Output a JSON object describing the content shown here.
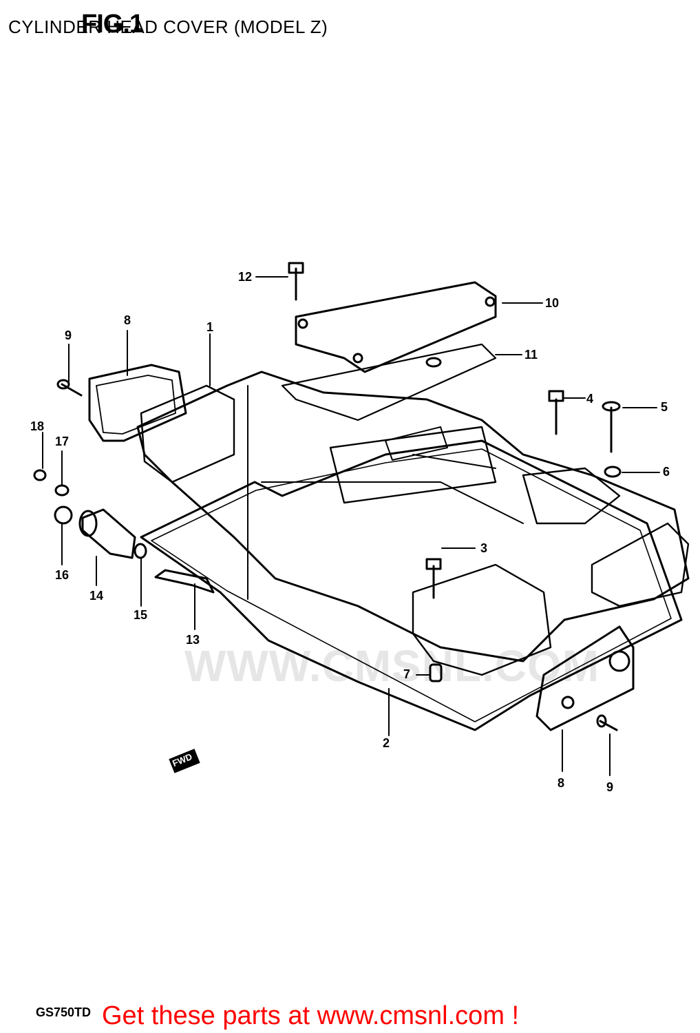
{
  "header": {
    "fig_label": "FIG.1",
    "title": "CYLINDER HEAD COVER (MODEL Z)"
  },
  "watermark": "WWW.CMSNL.COM",
  "callouts": [
    "1",
    "2",
    "3",
    "4",
    "5",
    "6",
    "7",
    "8",
    "8",
    "9",
    "9",
    "10",
    "11",
    "12",
    "13",
    "14",
    "15",
    "16",
    "17",
    "18"
  ],
  "direction_label": "FWD",
  "footer": {
    "model_code": "GS750TD",
    "promo": "Get these parts at www.cmsnl.com !"
  }
}
